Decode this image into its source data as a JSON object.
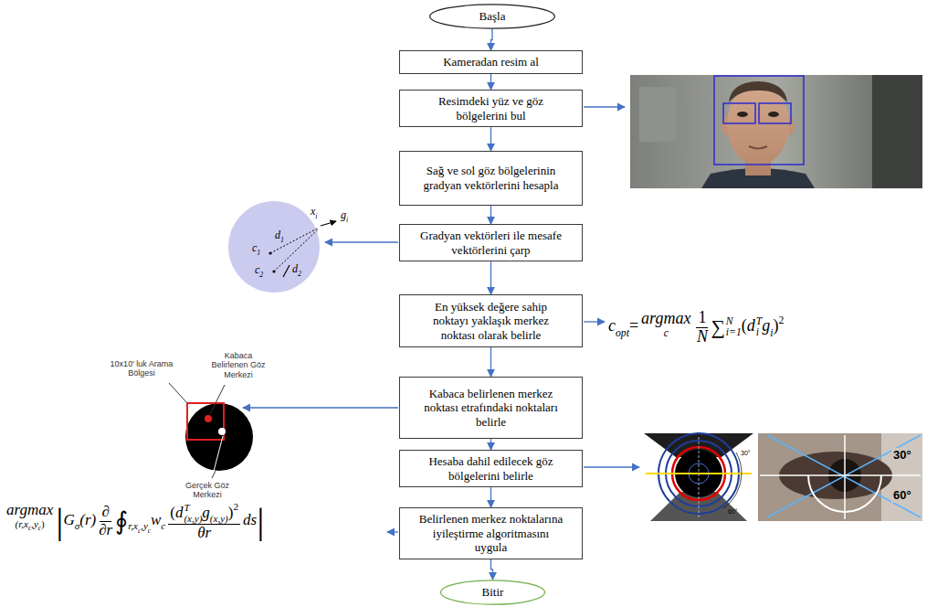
{
  "diagram": {
    "nodes": [
      {
        "text": [
          "Başla"
        ]
      },
      {
        "text": [
          "Kameradan resim al"
        ]
      },
      {
        "text": [
          "Resimdeki yüz ve göz bölgelerini bul"
        ]
      },
      {
        "text": [
          "Sağ ve sol göz bölgelerinin gradyan vektörlerini hesapla"
        ]
      },
      {
        "text": [
          "Gradyan vektörleri ile mesafe vektörlerini çarp"
        ]
      },
      {
        "text": [
          "En yüksek değere sahip noktayı yaklaşık merkez noktası olarak belirle"
        ]
      },
      {
        "text": [
          "Kabaca belirlenen merkez noktası etrafındaki noktaları belirle"
        ]
      },
      {
        "text": [
          "Hesaba dahil edilecek göz bölgelerini belirle"
        ]
      },
      {
        "text": [
          "Belirlenen merkez noktalarına iyileştirme algoritmasını uygula"
        ]
      },
      {
        "text": [
          "Bitir"
        ]
      }
    ],
    "edges": [
      {
        "from": 0,
        "to": 1,
        "arrow": "to"
      },
      {
        "from": 1,
        "to": 2,
        "arrow": "to"
      },
      {
        "from": 2,
        "to": 3,
        "arrow": "to"
      },
      {
        "from": 3,
        "to": 4,
        "arrow": "to"
      },
      {
        "from": 4,
        "to": 5,
        "arrow": "to"
      },
      {
        "from": 5,
        "to": 6,
        "arrow": "to"
      },
      {
        "from": 6,
        "to": 7,
        "arrow": "to"
      },
      {
        "from": 7,
        "to": 8,
        "arrow": "to"
      },
      {
        "from": 8,
        "to": 9,
        "arrow": "to"
      }
    ],
    "labels": [
      "c",
      "opt",
      "=",
      "argmax",
      "c",
      "1",
      "N",
      "∑",
      "N",
      "i=1",
      "(",
      "d",
      "T",
      "i",
      "g",
      "i",
      ")",
      "2",
      "x",
      "i",
      "g",
      "i",
      "c",
      "1",
      "d",
      "1",
      "c",
      "2",
      "d",
      "2",
      "10x10' luk Arama Bölgesi",
      "Kabaca Belirlenen Göz Merkezi",
      "Gerçek Göz Merkezi",
      "30°",
      "60°",
      "30°",
      "60°",
      "argmax",
      "(r,x",
      "c",
      ",y",
      "c",
      ")",
      "|",
      "G",
      "σ",
      "(r)",
      "∂",
      "∂r",
      "∮",
      "r,x",
      "c",
      ",y",
      "c",
      "w",
      "c",
      "(",
      "d",
      "T",
      "(x,y)",
      "g",
      "(x,y)",
      ")",
      "2",
      "θr",
      "ds",
      "|"
    ]
  }
}
